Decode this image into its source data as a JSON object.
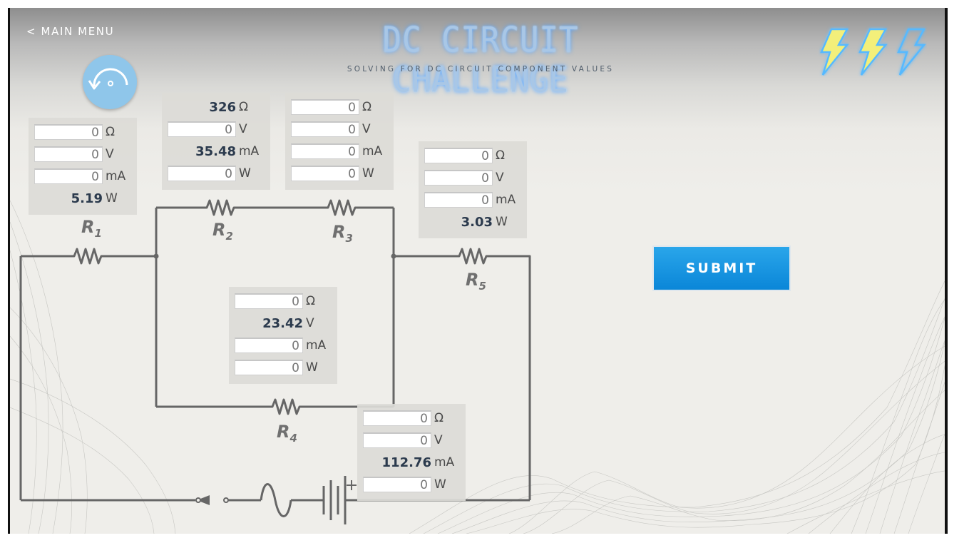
{
  "header": {
    "menu_label": "< MAIN MENU",
    "title": "DC CIRCUIT CHALLENGE",
    "subtitle": "SOLVING FOR DC CIRCUIT COMPONENT VALUES"
  },
  "submit_label": "SUBMIT",
  "colors": {
    "accent": "#0e8fe0",
    "title_glow": "#4fa0ff",
    "wire": "#666666",
    "bolt_fill": "#f3ef7a",
    "bolt_glow": "#56b9ff"
  },
  "units": {
    "ohm": "Ω",
    "volt": "V",
    "milliamp": "mA",
    "watt": "W"
  },
  "resistors": {
    "r1": {
      "label": "R",
      "sub": "1",
      "ohm": "0",
      "volt": "0",
      "ma": "0",
      "watt": "5.19"
    },
    "r2": {
      "label": "R",
      "sub": "2",
      "ohm": "326",
      "volt": "0",
      "ma": "35.48",
      "watt": "0"
    },
    "r3": {
      "label": "R",
      "sub": "3",
      "ohm": "0",
      "volt": "0",
      "ma": "0",
      "watt": "0"
    },
    "r4": {
      "label": "R",
      "sub": "4",
      "ohm": "0",
      "volt": "23.42",
      "ma": "0",
      "watt": "0"
    },
    "r5": {
      "label": "R",
      "sub": "5",
      "ohm": "0",
      "volt": "0",
      "ma": "0",
      "watt": "3.03"
    },
    "src": {
      "ohm": "0",
      "volt": "0",
      "ma": "112.76",
      "watt": "0"
    }
  },
  "lives": {
    "total": 3,
    "filled": 2
  }
}
